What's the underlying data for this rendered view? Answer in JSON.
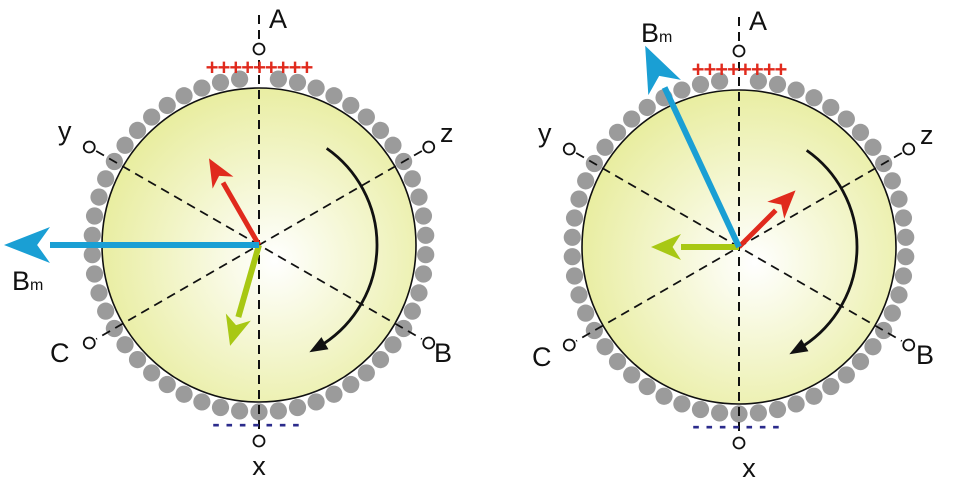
{
  "diagrams": [
    {
      "terminals": {
        "top": "A",
        "upper_left": "y",
        "upper_right": "z",
        "lower_left": "C",
        "lower_right": "B",
        "bottom": "x"
      },
      "field_label": {
        "main": "B",
        "sub": "m"
      },
      "charge_top": "+++++++++",
      "charge_bottom": "-------",
      "arrow_angles_deg": {
        "field": 180,
        "red": 120,
        "green": 254
      },
      "rotation_direction": "clockwise"
    },
    {
      "terminals": {
        "top": "A",
        "upper_left": "y",
        "upper_right": "z",
        "lower_left": "C",
        "lower_right": "B",
        "bottom": "x"
      },
      "field_label": {
        "main": "B",
        "sub": "m"
      },
      "charge_top": "++++++++",
      "charge_bottom": "-------",
      "arrow_angles_deg": {
        "field": 115,
        "red": 45,
        "green": 180
      },
      "rotation_direction": "clockwise"
    }
  ],
  "colors": {
    "field_arrow": "#1a9fd4",
    "red_arrow": "#e02a1d",
    "green_arrow": "#a8c814",
    "coil_dots": "#9b9b9b",
    "plus_sign": "#e02a1d",
    "minus_sign": "#2b2b8c",
    "disc_edge": "#e7ec9a",
    "disc_center": "#ffffff"
  }
}
